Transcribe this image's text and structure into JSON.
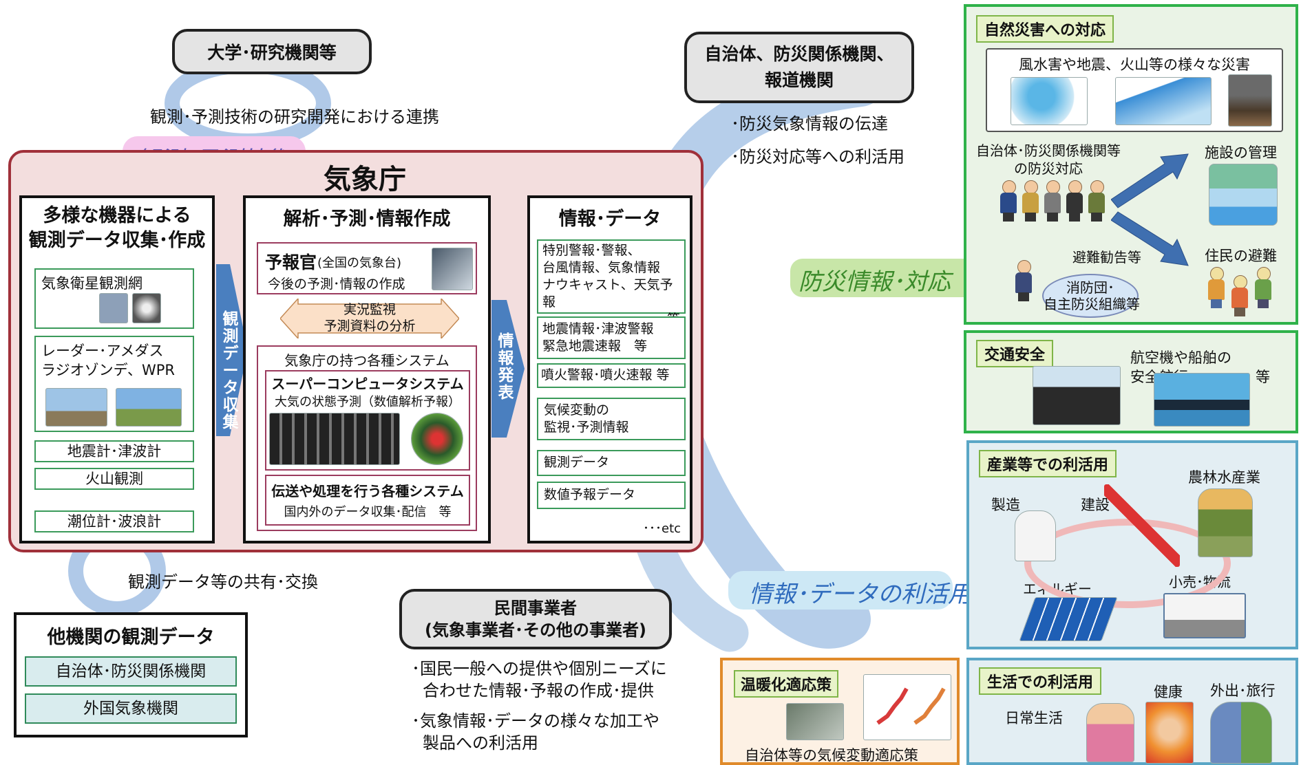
{
  "univ": {
    "title": "大学･研究機関等",
    "caption": "観測･予測技術の研究開発における連携"
  },
  "obs_tech_label": "観測･予測技術",
  "jma": {
    "title": "気象庁",
    "col1": {
      "title_line1": "多様な機器による",
      "title_line2": "観測データ収集･作成",
      "items": {
        "satellite": "気象衛星観測網",
        "radar_line1": "レーダー･アメダス",
        "radar_line2": "ラジオゾンデ、WPR",
        "seismo": "地震計･津波計",
        "volcano": "火山観測",
        "tide": "潮位計･波浪計"
      }
    },
    "arrow1": "観測データ収集",
    "col2": {
      "title": "解析･予測･情報作成",
      "forecaster_title": "予報官",
      "forecaster_note": "(全国の気象台)",
      "forecaster_desc": "今後の予測･情報の作成",
      "monitor_line1": "実況監視",
      "monitor_line2": "予測資料の分析",
      "systems_header": "気象庁の持つ各種システム",
      "super_title": "スーパーコンピュータシステム",
      "super_desc": "大気の状態予測（数値解析予報）",
      "transfer_title": "伝送や処理を行う各種システム",
      "transfer_desc": "国内外のデータ収集･配信　等"
    },
    "arrow2": "情報発表",
    "col3": {
      "title": "情報･データ",
      "item1": [
        "特別警報･警報、",
        "台風情報、気象情報",
        "ナウキャスト、天気予報",
        "等"
      ],
      "item2": [
        "地震情報･津波警報",
        "緊急地震速報　等"
      ],
      "item3": "噴火警報･噴火速報 等",
      "item4": [
        "気候変動の",
        "監視･予測情報"
      ],
      "item5": "観測データ",
      "item6": "数値予報データ",
      "etc": "･･･etc"
    }
  },
  "share_caption": "観測データ等の共有･交換",
  "other_obs": {
    "title": "他機関の観測データ",
    "item1": "自治体･防災関係機関",
    "item2": "外国気象機関"
  },
  "private": {
    "title_line1": "民間事業者",
    "title_line2": "(気象事業者･その他の事業者)",
    "bullet1_line1": "･国民一般への提供や個別ニーズに",
    "bullet1_line2": "合わせた情報･予報の作成･提供",
    "bullet2_line1": "･気象情報･データの様々な加工や",
    "bullet2_line2": "製品への利活用"
  },
  "local_gov": {
    "title_line1": "自治体、防災関係機関、",
    "title_line2": "報道機関",
    "bullet1": "･防災気象情報の伝達",
    "bullet2": "･防災対応等への利活用"
  },
  "disaster_label": "防災情報･対応",
  "data_use_label": "情報･データの利活用",
  "natural_disaster": {
    "tag": "自然災害への対応",
    "hazards": "風水害や地震、火山等の様々な災害",
    "response_line1": "自治体･防災関係機関等",
    "response_line2": "の防災対応",
    "facility": "施設の管理",
    "evac_advice": "避難勧告等",
    "residents": "住民の避難",
    "fire_line1": "消防団･",
    "fire_line2": "自主防災組織等"
  },
  "traffic": {
    "tag": "交通安全",
    "desc_line1": "航空機や船舶の",
    "desc_line2": "安全航行",
    "desc_etc": "等"
  },
  "industry": {
    "tag": "産業等での利活用",
    "agri": "農林水産業",
    "manufacturing": "製造",
    "construction": "建設",
    "energy": "エネルギー",
    "retail": "小売･物流"
  },
  "warming": {
    "tag": "温暖化適応策",
    "caption": "自治体等の気候変動適応策"
  },
  "living": {
    "tag": "生活での利活用",
    "health": "健康",
    "travel": "外出･旅行",
    "daily": "日常生活"
  },
  "colors": {
    "jma_bg": "#f3dede",
    "jma_border": "#a0303a",
    "arrow_blue": "#4a7fbf",
    "swirl_blue": "#a9c6e6",
    "green_border": "#2fb24a",
    "blue_border": "#5aa6c6",
    "warming_border": "#e08a2a"
  }
}
